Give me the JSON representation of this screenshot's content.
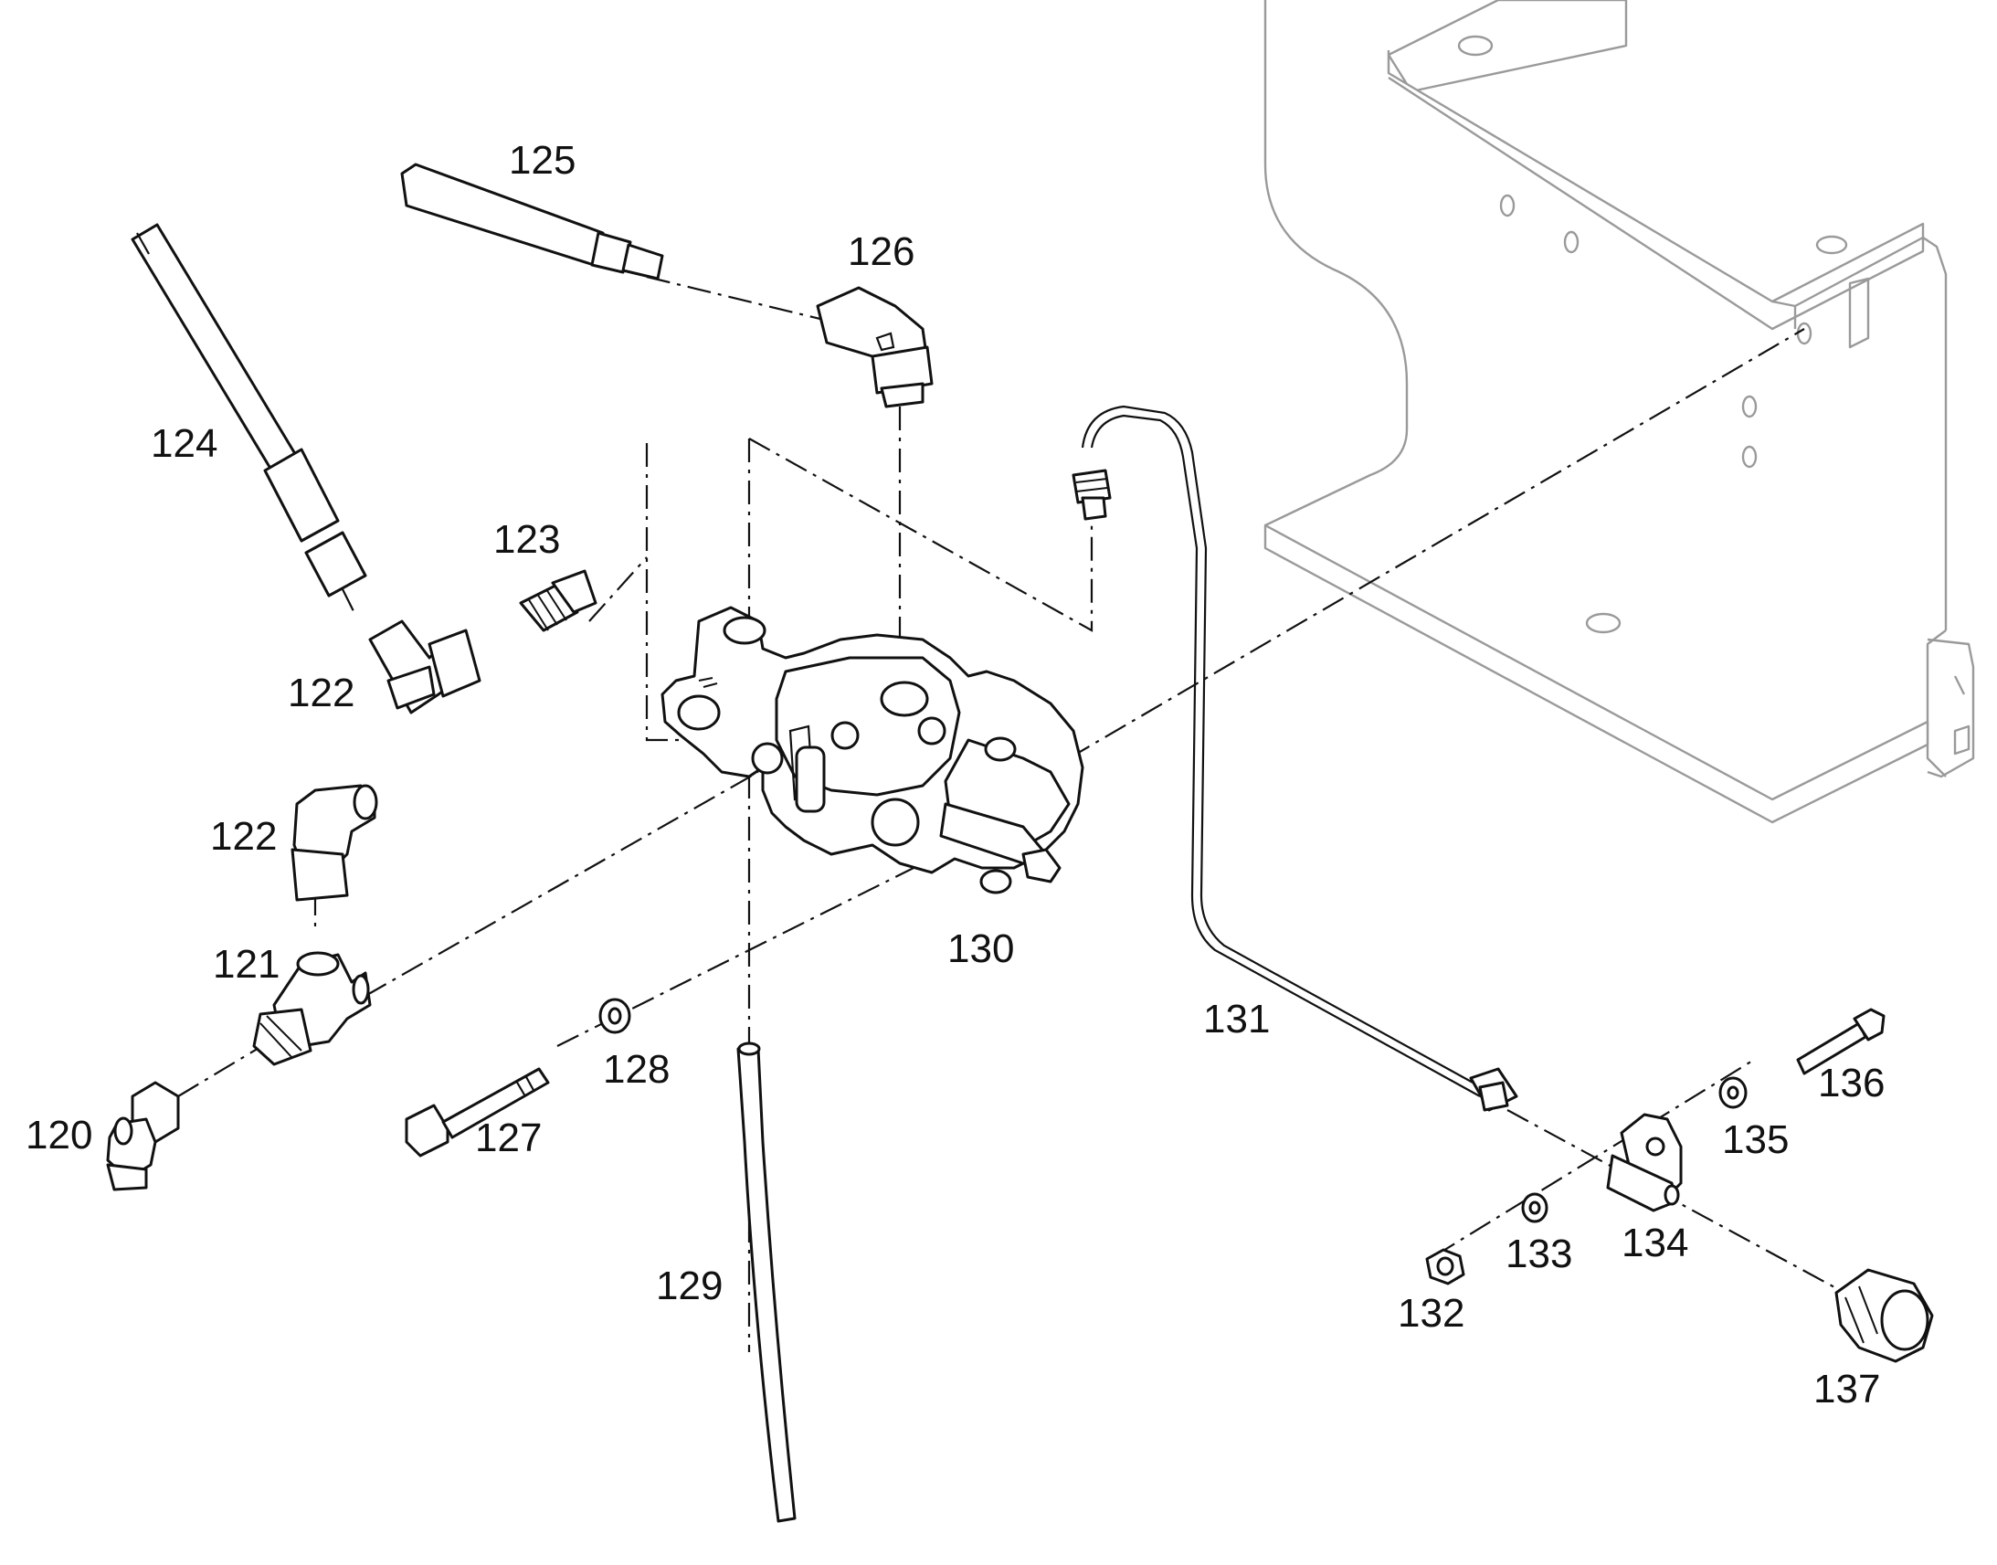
{
  "labels": {
    "p120": "120",
    "p121": "121",
    "p122a": "122",
    "p122b": "122",
    "p123": "123",
    "p124": "124",
    "p125": "125",
    "p126": "126",
    "p127": "127",
    "p128": "128",
    "p129": "129",
    "p130": "130",
    "p131": "131",
    "p132": "132",
    "p133": "133",
    "p134": "134",
    "p135": "135",
    "p136": "136",
    "p137": "137"
  }
}
